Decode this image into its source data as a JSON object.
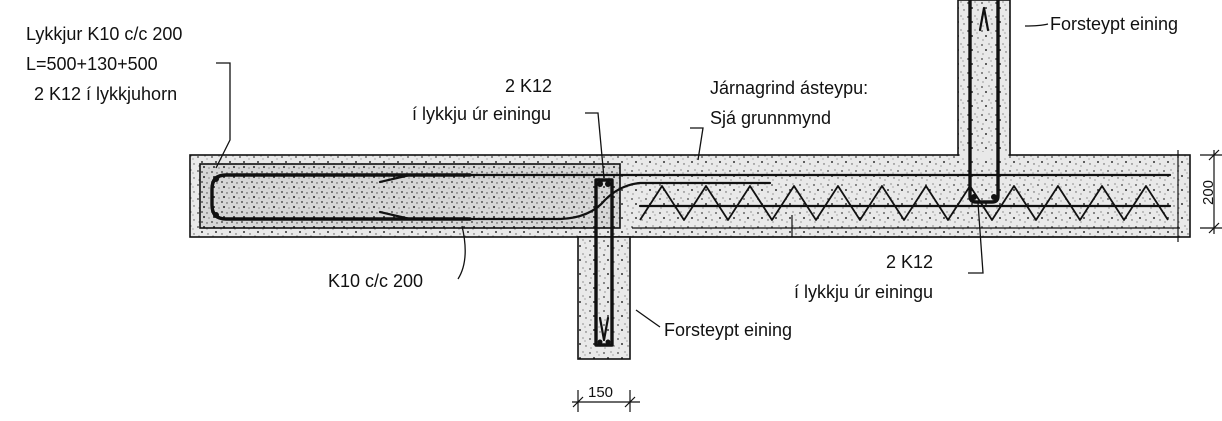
{
  "labels": {
    "loop_top": "Lykkjur K10 c/c 200",
    "loop_length": "L=500+130+500",
    "loop_corner": "2 K12 í lykkjuhorn",
    "k12_left_num": "2 K12",
    "k12_left_text": "í lykkju úr einingu",
    "cage_line1": "Járnagrind ásteypu:",
    "cage_line2": "Sjá grunnmynd",
    "precast_top": "Forsteypt eining",
    "k10_bottom": "K10 c/c 200",
    "precast_bottom": "Forsteypt eining",
    "k12_right_num": "2 K12",
    "k12_right_text": "í lykkju úr einingu",
    "dim_height": "200",
    "dim_width": "150"
  },
  "colors": {
    "line": "#111111",
    "concrete_fill": "#e9e9e9",
    "background": "#ffffff"
  }
}
